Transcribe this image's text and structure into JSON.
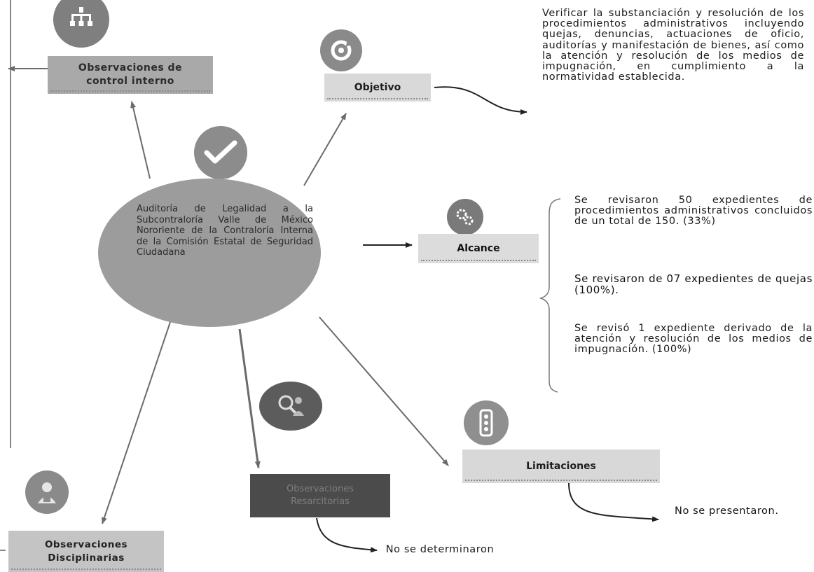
{
  "center": {
    "text": "Auditoría de Legalidad a la Subcontraloría Valle de México Nororiente de la Contraloría Interna de la Comisión Estatal de Seguridad Ciudadana"
  },
  "nodes": {
    "control_interno": {
      "label": "Observaciones de control interno"
    },
    "objetivo": {
      "label": "Objetivo"
    },
    "alcance": {
      "label": "Alcance"
    },
    "limitaciones": {
      "label": "Limitaciones"
    },
    "resarcitorias": {
      "label": "Observaciones Resarcitorias"
    },
    "disciplinarias": {
      "label": "Observaciones Disciplinarias"
    }
  },
  "texts": {
    "objetivo_desc": "Verificar la substanciación y resolución de los procedimientos administrativos incluyendo quejas, denuncias, actuaciones de oficio, auditorías y manifestación de bienes, así como la atención y resolución de los medios de impugnación, en cumplimiento a la normatividad establecida.",
    "alcance_1": "Se revisaron 50 expedientes de procedimientos administrativos concluidos de un total de 150. (33%)",
    "alcance_2": "Se revisaron de 07 expedientes de quejas (100%).",
    "alcance_3": "Se revisó 1 expediente derivado de la atención y resolución de los medios de impugnación. (100%)",
    "limitaciones_result": "No se presentaron.",
    "resarcitorias_result": "No se determinaron"
  },
  "icons": {
    "control_interno": "org-chart-icon",
    "center": "checkmark-icon",
    "objetivo": "refresh-icon",
    "alcance": "gears-icon",
    "resarcitorias": "magnifier-person-icon",
    "limitaciones": "traffic-light-icon",
    "disciplinarias": "person-icon"
  },
  "colors": {
    "icon_fill": "#7f7f7f",
    "box_light": "#d6d6d6",
    "box_mid": "#a9a9a9",
    "box_dark": "#4b4b4b",
    "ellipse": "#9c9c9c"
  }
}
